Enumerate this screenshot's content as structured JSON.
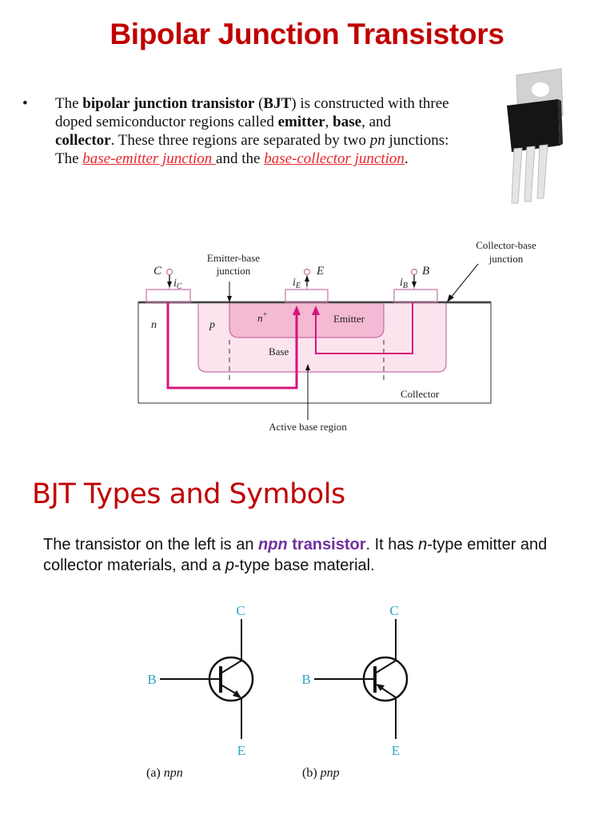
{
  "slide1": {
    "title": "Bipolar Junction Transistors",
    "bullet": {
      "marker": "•",
      "t1": "The ",
      "b1": "bipolar junction transistor",
      "t2": " (",
      "b2": "BJT",
      "t3": ") is constructed with three doped semiconductor regions called ",
      "b3": "emitter",
      "t4": ", ",
      "b4": "base",
      "t5": ", and ",
      "b5": "collector",
      "t6": ". These three regions are separated by two ",
      "i1": "pn",
      "t7": " junctions:  The ",
      "link1": "base-emitter junction ",
      "t8": "and the ",
      "link2": "base-collector junction",
      "t9": "."
    },
    "photo": {
      "icon": "to220-transistor-photo"
    },
    "cross_section": {
      "labels": {
        "C": "C",
        "iC_i": "i",
        "iC_sub": "C",
        "E": "E",
        "iE_i": "i",
        "iE_sub": "E",
        "B": "B",
        "iB_i": "i",
        "iB_sub": "B",
        "emitter_base_1": "Emitter-base",
        "emitter_base_2": "junction",
        "collector_base_1": "Collector-base",
        "collector_base_2": "junction",
        "n": "n",
        "p": "p",
        "nplus": "n",
        "nplus_sup": "+",
        "emitter": "Emitter",
        "base": "Base",
        "collector": "Collector",
        "active_base": "Active base region"
      },
      "colors": {
        "current_path": "#d6157a",
        "region_line": "#c86fa4",
        "emitter_fill": "#f4b9d3",
        "base_fill": "#fce4ee"
      }
    }
  },
  "slide2": {
    "title": "BJT Types and Symbols",
    "para": {
      "t1": "The transistor on the left is an ",
      "npn": "npn",
      "transistor": " transistor",
      "t2": ".  It has ",
      "n": "n",
      "t3": "-type emitter and collector materials, and a ",
      "p": "p",
      "t4": "-type base material."
    },
    "symbols": [
      {
        "C": "C",
        "B": "B",
        "E": "E",
        "cap_prefix": "(a) ",
        "cap_type": "npn"
      },
      {
        "C": "C",
        "B": "B",
        "E": "E",
        "cap_prefix": "(b) ",
        "cap_type": "pnp"
      }
    ],
    "colors": {
      "pin_label": "#2aa8c8"
    }
  }
}
